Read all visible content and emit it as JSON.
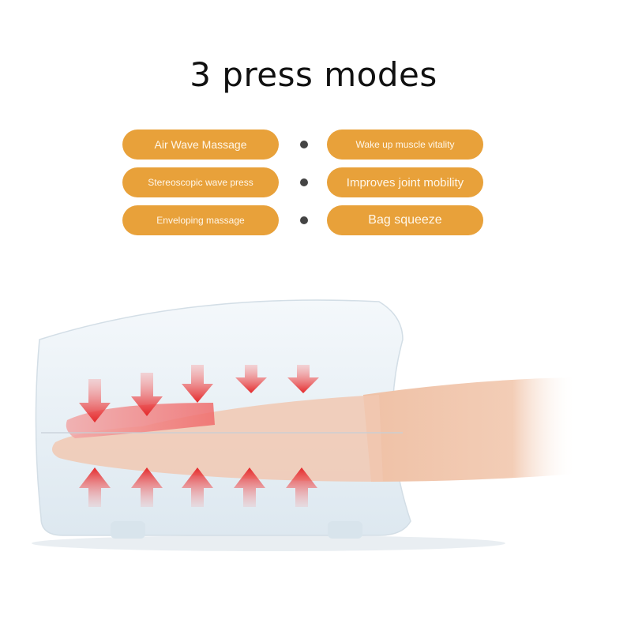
{
  "title": "3 press modes",
  "colors": {
    "pill": "#e8a13a",
    "pill_text": "#fff7ea",
    "dot": "#444444",
    "arrow": "#e4282a",
    "device": "#eef4f8"
  },
  "rows": [
    {
      "left": "Air Wave Massage",
      "right": "Wake up muscle vitality"
    },
    {
      "left": "Stereoscopic wave press",
      "right": "Improves joint mobility"
    },
    {
      "left": "Enveloping massage",
      "right": "Bag squeeze"
    }
  ]
}
